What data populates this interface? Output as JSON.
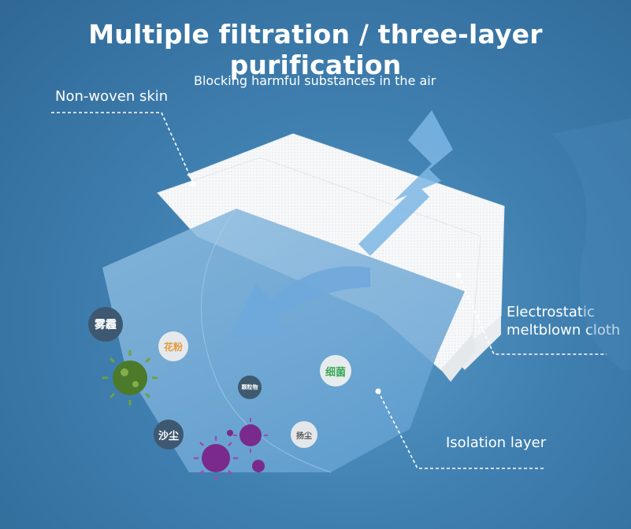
{
  "title": "Multiple filtration / three-layer purification",
  "subtitle": "Blocking harmful substances in the air",
  "labels": {
    "nonwoven": "Non-woven skin",
    "electrostatic_line1": "Electrostatic",
    "electrostatic_line2": "meltblown cloth",
    "isolation": "Isolation layer"
  },
  "particles": {
    "haze": "雾霾",
    "pollen": "花粉",
    "bacteria": "细菌",
    "particulates": "颗粒物",
    "sand": "沙尘",
    "dust": "扬尘"
  }
}
